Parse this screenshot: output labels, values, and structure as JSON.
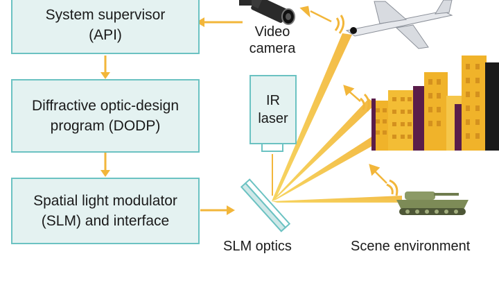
{
  "boxes": {
    "supervisor": {
      "line1": "System supervisor",
      "line2": "(API)"
    },
    "dodp": {
      "line1": "Diffractive optic-design",
      "line2": "program (DODP)"
    },
    "slm": {
      "line1": "Spatial light modulator",
      "line2": "(SLM) and interface"
    }
  },
  "ir_laser": {
    "line1": "IR",
    "line2": "laser"
  },
  "labels": {
    "video_camera_line1": "Video",
    "video_camera_line2": "camera",
    "slm_optics": "SLM optics",
    "scene_environment": "Scene environment"
  },
  "colors": {
    "box_fill": "#e4f2f1",
    "box_border": "#6bc2c2",
    "arrow": "#f2b63a",
    "beam": "#f2c23d",
    "building": "#f0b32a",
    "building_shadow": "#5a1d4a",
    "tank": "#8c9a66",
    "aircraft": "#e6e8ec"
  },
  "icons": [
    "video-camera-icon",
    "aircraft-icon",
    "city-buildings-icon",
    "tank-icon",
    "slm-mirror-icon",
    "signal-wave-icon"
  ]
}
